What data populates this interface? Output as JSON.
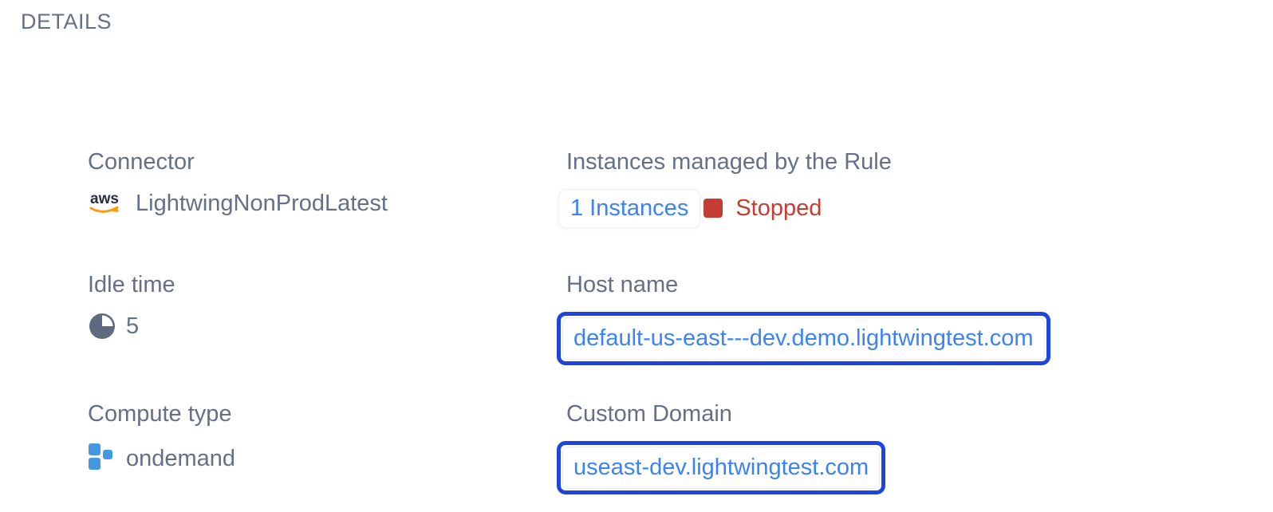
{
  "header": {
    "title": "DETAILS"
  },
  "colors": {
    "label_text": "#666f85",
    "link_blue": "#3b82f6",
    "focus_ring_blue": "#1c45dd",
    "status_stopped_red": "#c43d32",
    "aws_dark": "#252f3e",
    "aws_orange": "#ff9900",
    "compute_blue": "#4299e1",
    "pie_icon_slate": "#5d6b80"
  },
  "left": {
    "connector": {
      "label": "Connector",
      "value": "LightwingNonProdLatest",
      "icon": "aws-icon"
    },
    "idle_time": {
      "label": "Idle time",
      "value": "5",
      "icon": "idle-time-pie-icon"
    },
    "compute_type": {
      "label": "Compute type",
      "value": "ondemand",
      "icon": "compute-type-icon"
    }
  },
  "right": {
    "instances": {
      "label": "Instances managed by the Rule",
      "count_label": "1 Instances",
      "status": "Stopped"
    },
    "host_name": {
      "label": "Host name",
      "value": "default-us-east---dev.demo.lightwingtest.com"
    },
    "custom_domain": {
      "label": "Custom Domain",
      "value": "useast-dev.lightwingtest.com"
    }
  }
}
